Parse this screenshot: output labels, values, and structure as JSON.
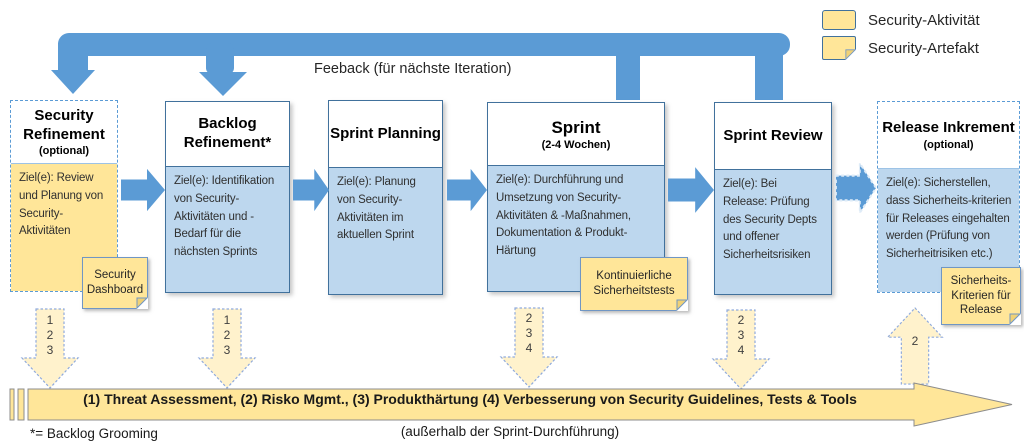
{
  "colors": {
    "accent_blue": "#5B9BD5",
    "box_fill_blue": "#BDD7EE",
    "activity_yellow": "#FFE699",
    "pale_arrow_yellow": "#FFF2CC",
    "border_dark_blue": "#41719C"
  },
  "legend": {
    "items": [
      {
        "label": "Security-Aktivität"
      },
      {
        "label": "Security-Artefakt"
      }
    ]
  },
  "feedback_label": "Feeback (für nächste Iteration)",
  "boxes": [
    {
      "title": "Security Refinement",
      "subtitle": "(optional)",
      "goal": "Ziel(e): Review und Planung von Security-Aktivitäten"
    },
    {
      "title": "Backlog Refinement*",
      "subtitle": "",
      "goal": "Ziel(e): Identifikation von Security-Aktivitäten und - Bedarf für die nächsten Sprints"
    },
    {
      "title": "Sprint Planning",
      "subtitle": "",
      "goal": "Ziel(e): Planung von Security-Aktivitäten im aktuellen Sprint"
    },
    {
      "title": "Sprint",
      "subtitle": "(2-4 Wochen)",
      "goal": "Ziel(e): Durchführung und Umsetzung von Security-Aktivitäten & -Maßnahmen, Dokumentation & Produkt-Härtung"
    },
    {
      "title": "Sprint Review",
      "subtitle": "",
      "goal": "Ziel(e): Bei Release: Prüfung des Security Depts und offener Sicherheitsrisiken"
    },
    {
      "title": "Release Inkrement",
      "subtitle": "(optional)",
      "goal": "Ziel(e): Sicherstellen, dass Sicherheits-kriterien für Releases eingehalten werden (Prüfung von Sicherheitrisiken etc.)"
    }
  ],
  "artefacts": [
    {
      "label": "Security Dashboard"
    },
    {
      "label": "Kontinuierliche Sicherheitstests"
    },
    {
      "label": "Sicherheits-Kriterien für Release"
    }
  ],
  "number_arrows": [
    {
      "direction": "down",
      "values": [
        "1",
        "2",
        "3"
      ]
    },
    {
      "direction": "down",
      "values": [
        "1",
        "2",
        "3"
      ]
    },
    {
      "direction": "down",
      "values": [
        "2",
        "3",
        "4"
      ]
    },
    {
      "direction": "down",
      "values": [
        "2",
        "3",
        "4"
      ]
    },
    {
      "direction": "up",
      "values": [
        "2"
      ]
    }
  ],
  "banner": {
    "text": "(1) Threat Assessment, (2) Risko Mgmt., (3) Produkthärtung (4) Verbesserung von Security Guidelines, Tests & Tools"
  },
  "footnotes": {
    "left": "*= Backlog Grooming",
    "center": "(außerhalb der Sprint-Durchführung)"
  }
}
